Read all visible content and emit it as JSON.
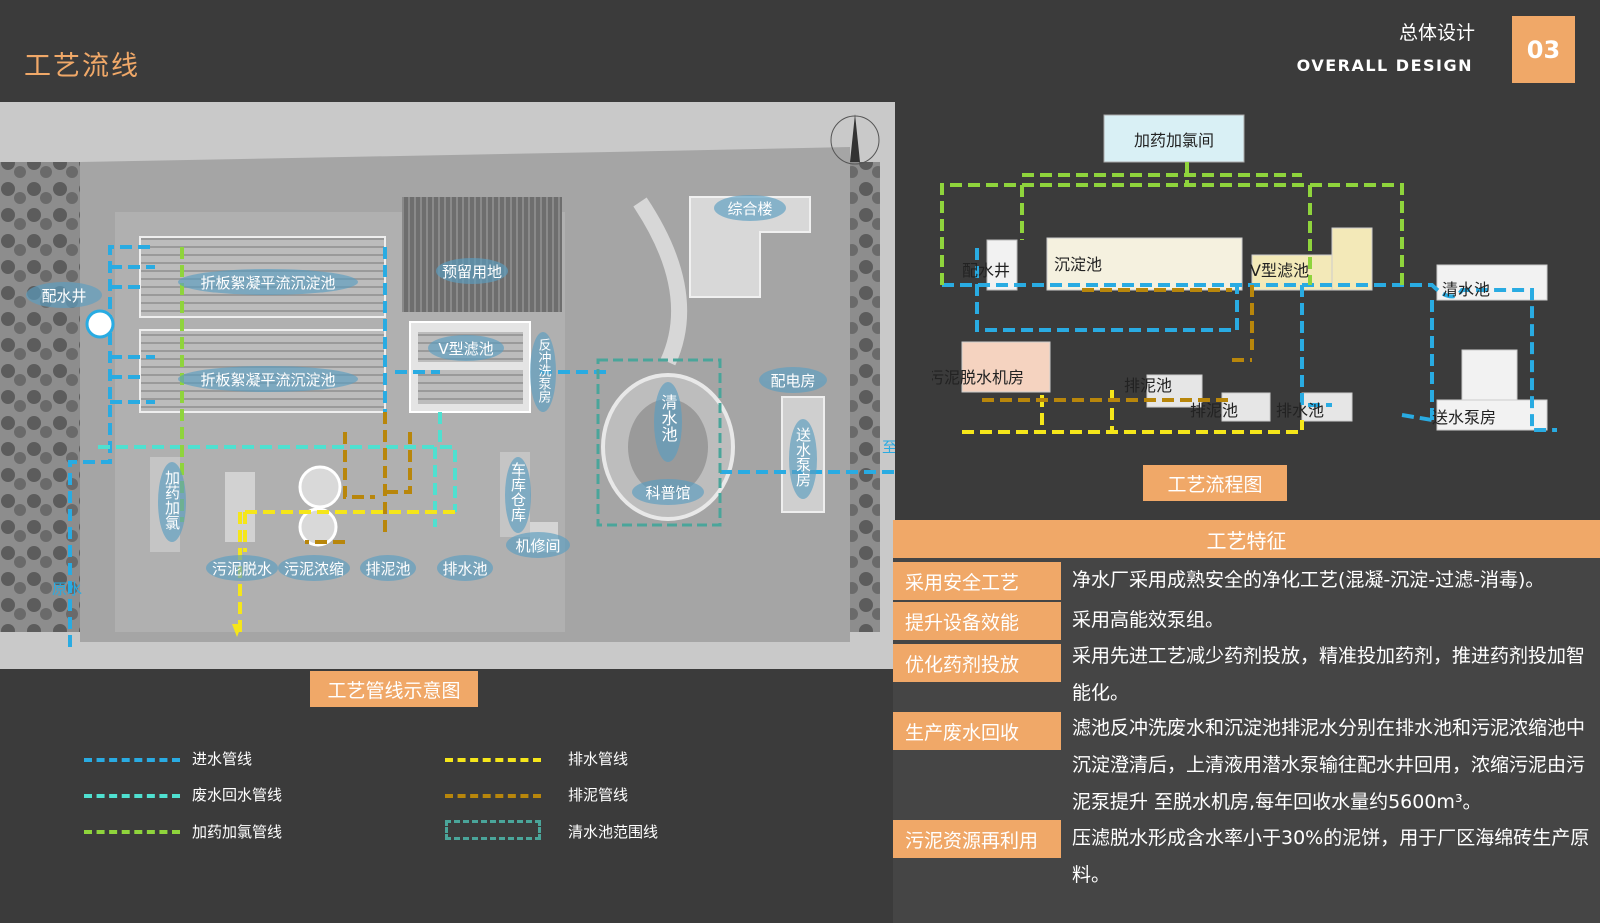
{
  "header": {
    "title": "工艺流线",
    "section_cn": "总体设计",
    "section_en": "OVERALL  DESIGN",
    "section_num": "03"
  },
  "site_map": {
    "labels": {
      "distribution_well": "配水井",
      "settling_tank_1": "折板絮凝平流沉淀池",
      "settling_tank_2": "折板絮凝平流沉淀池",
      "reserved_land": "预留用地",
      "office_building": "综合楼",
      "v_filter": "V型滤池",
      "backwash_pump_room": "反冲洗泵房",
      "clear_water_pool": "清水池",
      "science_hall": "科普馆",
      "power_room": "配电房",
      "delivery_pump_room": "送水泵房",
      "chemical_room": "加药加氯",
      "sludge_dewatering": "污泥脱水",
      "sludge_thickening": "污泥浓缩",
      "sludge_pool": "排泥池",
      "drain_pool": "排水池",
      "garage_warehouse": "车库仓库",
      "repair_room": "机修间",
      "raw_water": "原水",
      "to_municipal": "至市政管网"
    },
    "caption": "工艺管线示意图"
  },
  "flow_diagram": {
    "labels": {
      "chemical_room": "加药加氯间",
      "distribution_well": "配水井",
      "settling_tank": "沉淀池",
      "v_filter": "V型滤池",
      "clear_water_pool": "清水池",
      "sludge_dewatering_room": "污泥脱水机房",
      "sludge_pool_1": "排泥池",
      "sludge_pool_2": "排泥池",
      "drain_pool": "排水池",
      "delivery_pump_room": "送水泵房"
    },
    "caption": "工艺流程图"
  },
  "legend": [
    {
      "label": "进水管线",
      "color": "#29abe2",
      "style": "dashed"
    },
    {
      "label": "废水回水管线",
      "color": "#4fe0d0",
      "style": "dashed"
    },
    {
      "label": "加药加氯管线",
      "color": "#8fd43c",
      "style": "dashed"
    },
    {
      "label": "排水管线",
      "color": "#f5e61a",
      "style": "dashed"
    },
    {
      "label": "排泥管线",
      "color": "#b8860b",
      "style": "dashed"
    },
    {
      "label": "清水池范围线",
      "color": "#4aa59a",
      "style": "box"
    }
  ],
  "features": {
    "header": "工艺特征",
    "items": [
      {
        "label": "采用安全工艺",
        "text": "净水厂采用成熟安全的净化工艺(混凝-沉淀-过滤-消毒)。"
      },
      {
        "label": "提升设备效能",
        "text": "采用高能效泵组。"
      },
      {
        "label": "优化药剂投放",
        "text": "采用先进工艺减少药剂投放，精准投加药剂，推进药剂投加智能化。"
      },
      {
        "label": "生产废水回收",
        "text": "滤池反冲洗废水和沉淀池排泥水分别在排水池和污泥浓缩池中沉淀澄清后，上清液用潜水泵输往配水井回用，浓缩污泥由污泥泵提升  至脱水机房,每年回收水量约5600m³。"
      },
      {
        "label": "污泥资源再利用",
        "text": "压滤脱水形成含水率小于30%的泥饼，用于厂区海绵砖生产原料。"
      }
    ]
  },
  "colors": {
    "accent": "#f0a868",
    "background": "#3b3b3b",
    "inlet": "#29abe2",
    "wastewater": "#4fe0d0",
    "chemical": "#8fd43c",
    "drain": "#f5e61a",
    "sludge": "#b8860b"
  }
}
